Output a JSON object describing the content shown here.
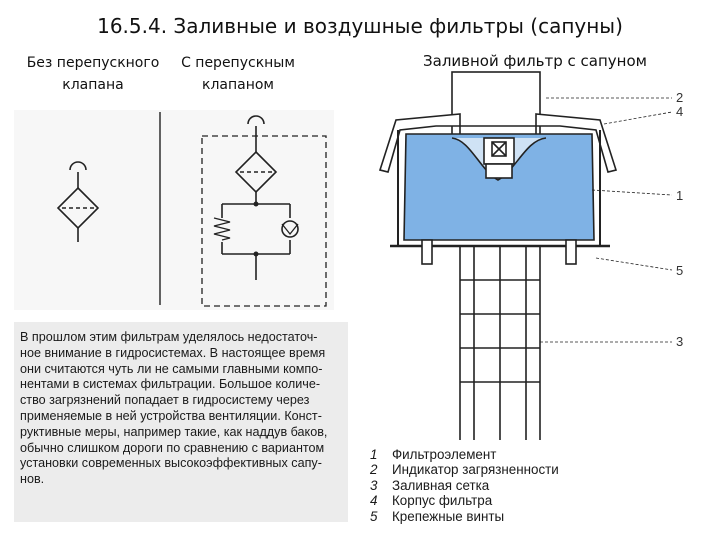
{
  "title": "16.5.4. Заливные и воздушные фильтры (сапуны)",
  "captions": {
    "without_bypass": [
      "Без перепускного",
      "клапана"
    ],
    "with_bypass": [
      "С перепускным",
      "клапаном"
    ],
    "filler_filter": "Заливной фильтр с сапуном"
  },
  "paragraph_lines": [
    "В прошлом этим фильтрам уделялось недостаточ-",
    "ное внимание в гидросистемах. В настоящее время",
    "они считаются чуть ли не самыми главными компо-",
    "нентами в системах фильтрации. Большое количе-",
    "ство загрязнений попадает в гидросистему через",
    "применяемые в ней устройства вентиляции. Конст-",
    "руктивные меры, например такие, как наддув баков,",
    "обычно слишком дороги по сравнению с вариантом",
    "установки современных высокоэффективных сапу-",
    "нов."
  ],
  "callouts": [
    "2",
    "4",
    "1",
    "5",
    "3"
  ],
  "legend": [
    {
      "num": "1",
      "text": "Фильтроэлемент"
    },
    {
      "num": "2",
      "text": "Индикатор загрязненности"
    },
    {
      "num": "3",
      "text": "Заливная сетка"
    },
    {
      "num": "4",
      "text": "Корпус фильтра"
    },
    {
      "num": "5",
      "text": "Крепежные винты"
    }
  ],
  "colors": {
    "fluid": "#7fb2e5",
    "line": "#222222",
    "background": "#ffffff"
  }
}
